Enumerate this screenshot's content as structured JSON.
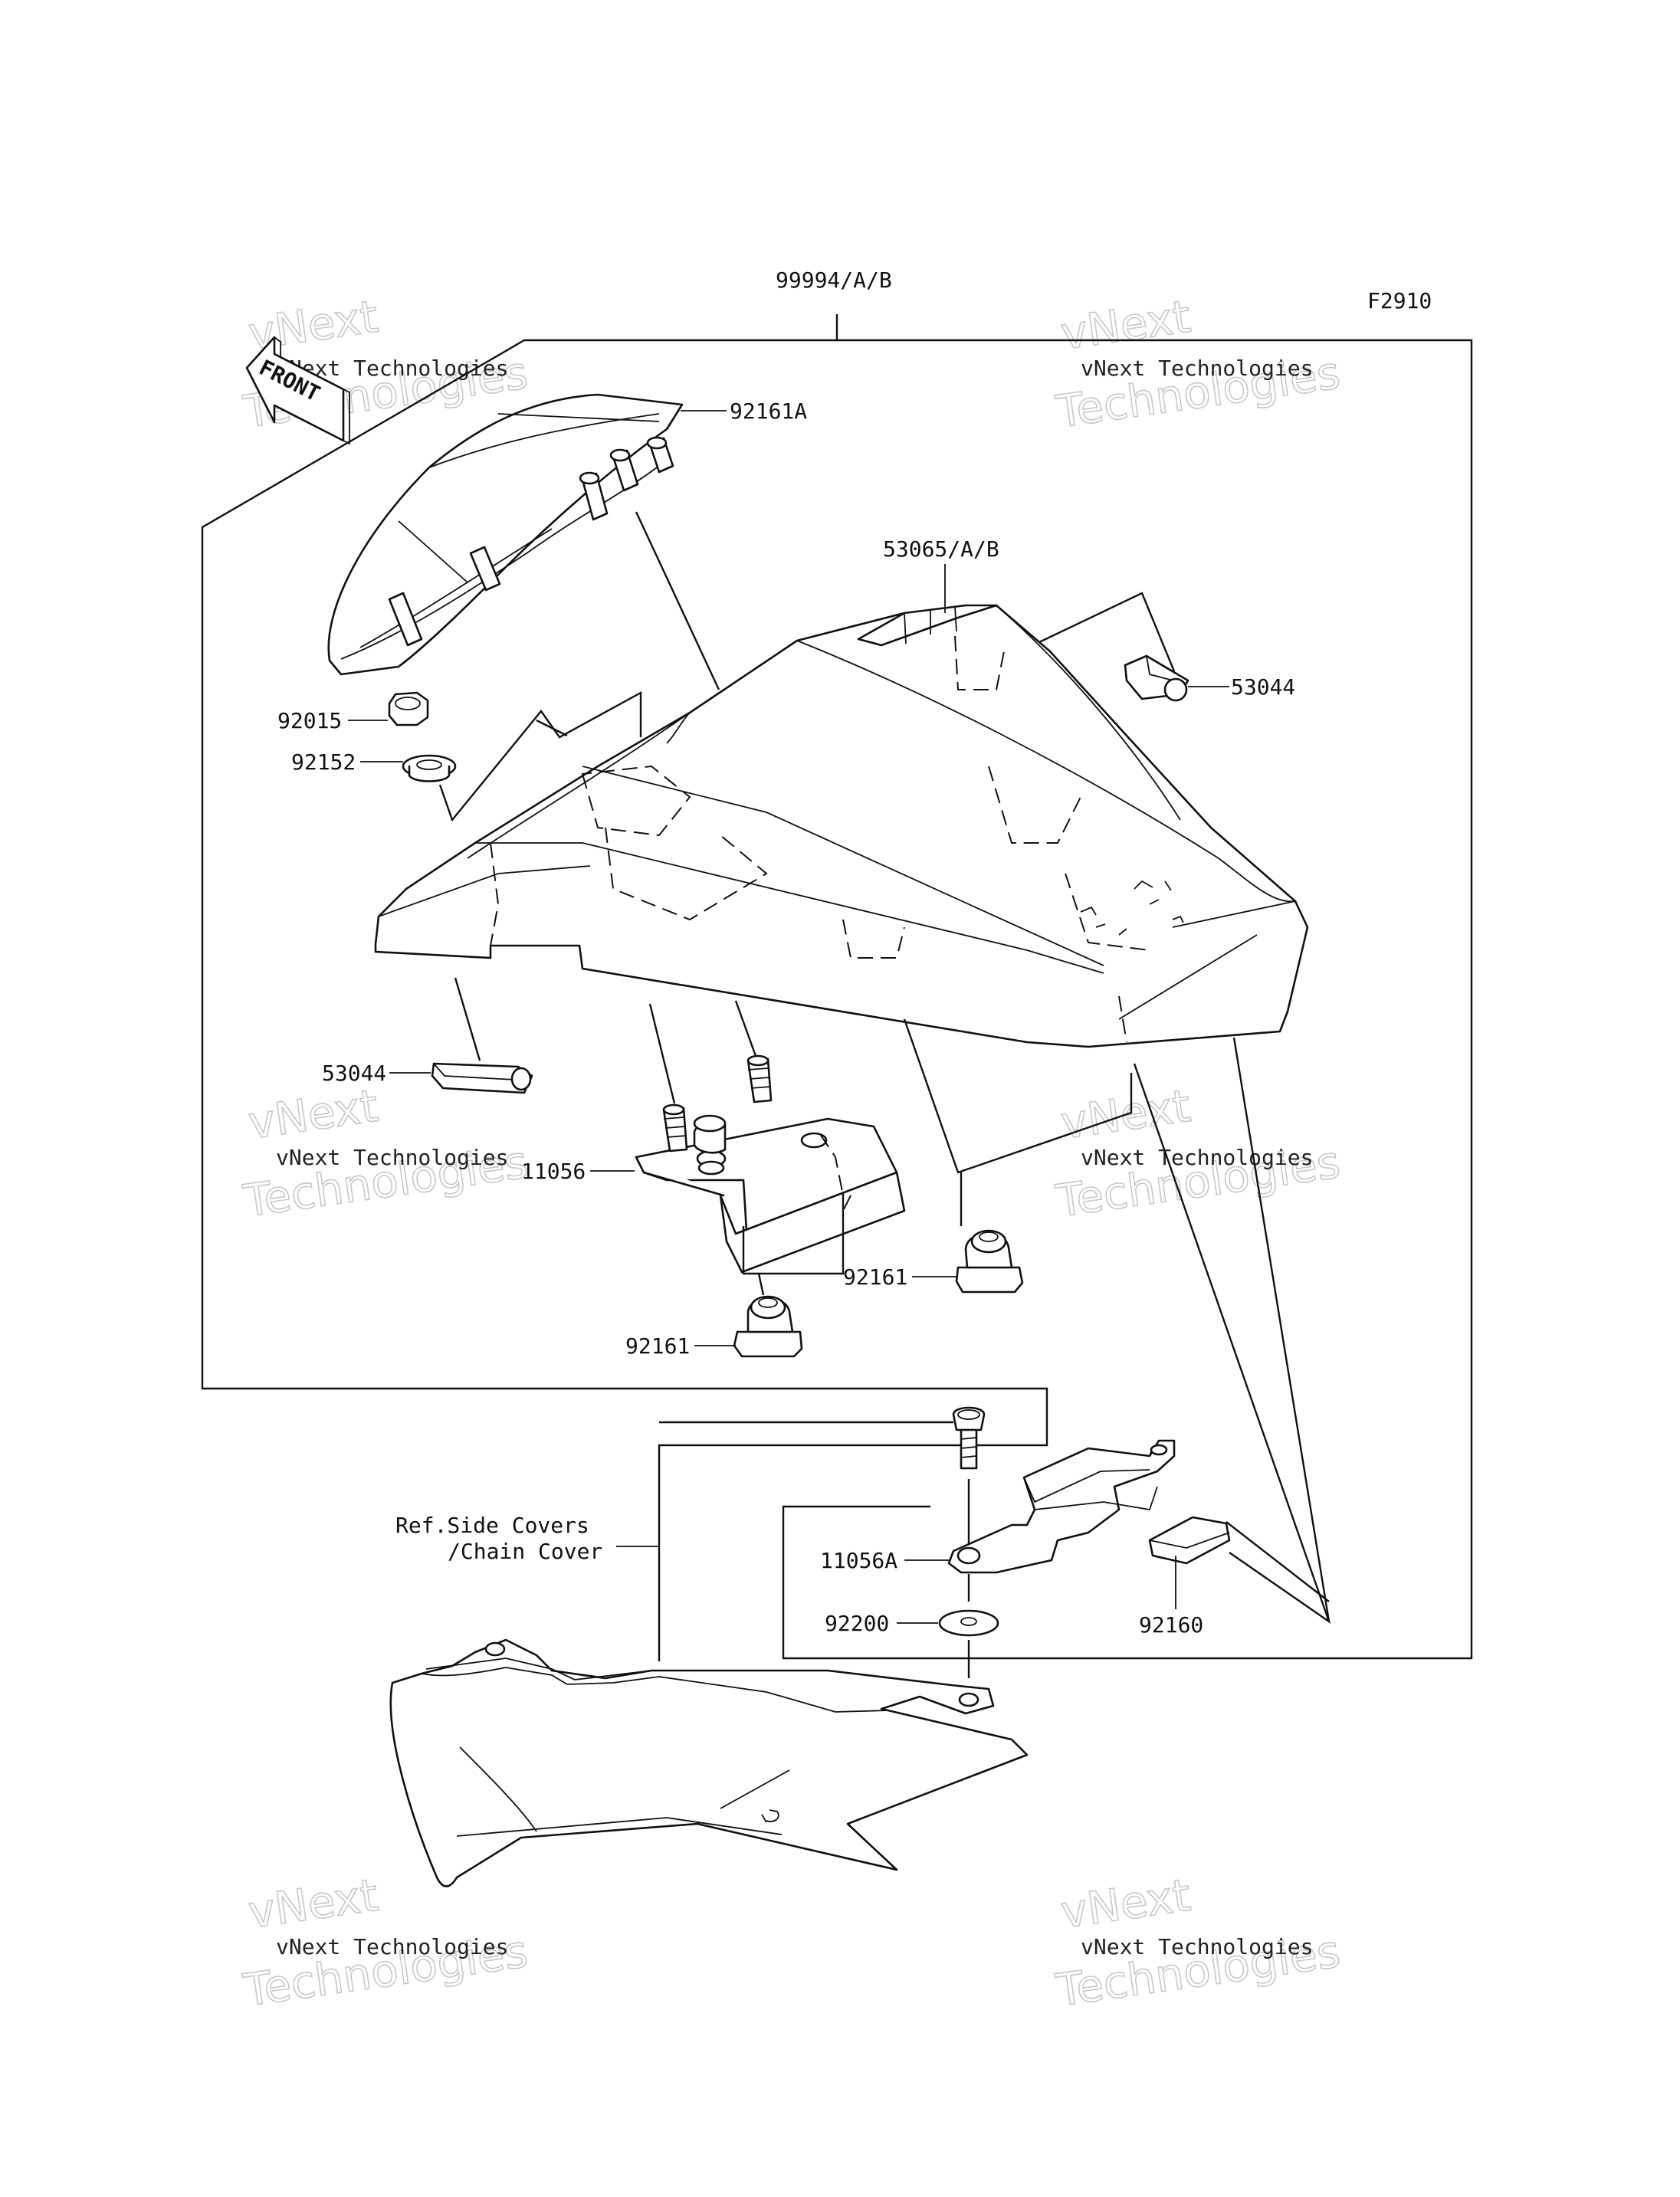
{
  "figure_code": "F2910",
  "front_arrow_text": "FRONT",
  "reference_note": [
    "Ref.Side Covers",
    "/Chain Cover"
  ],
  "callouts": {
    "c99994": "99994/A/B",
    "c92161A": "92161A",
    "c53065": "53065/A/B",
    "c53044_right": "53044",
    "c92015": "92015",
    "c92152": "92152",
    "c53044_left": "53044",
    "c11056": "11056",
    "c92161_right": "92161",
    "c92161_left": "92161",
    "c11056A": "11056A",
    "c92200": "92200",
    "c92160": "92160"
  },
  "watermark": {
    "line1": "vNext",
    "line2": "vNext Technologies",
    "line3": "Technologies"
  }
}
